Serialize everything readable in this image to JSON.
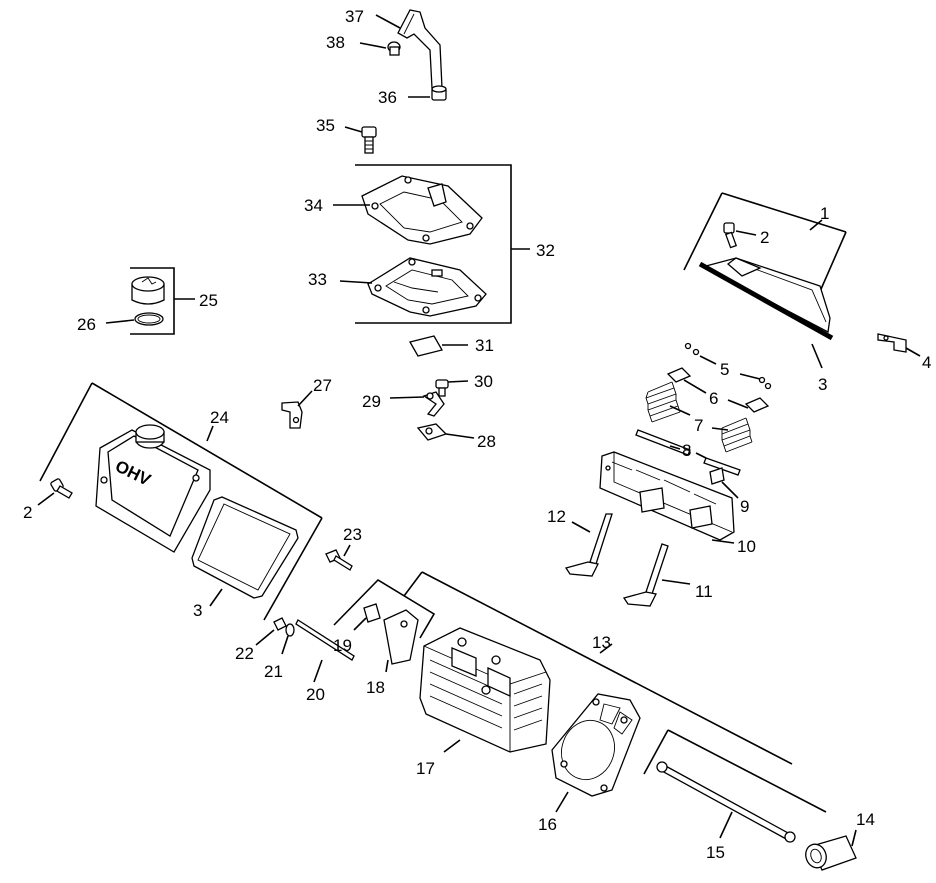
{
  "labels": {
    "p1": "1",
    "p2a": "2",
    "p2b": "2",
    "p3a": "3",
    "p3b": "3",
    "p4": "4",
    "p5": "5",
    "p6": "6",
    "p7": "7",
    "p8": "8",
    "p9": "9",
    "p10": "10",
    "p11": "11",
    "p12": "12",
    "p13": "13",
    "p14": "14",
    "p15": "15",
    "p16": "16",
    "p17": "17",
    "p18": "18",
    "p19": "19",
    "p20": "20",
    "p21": "21",
    "p22": "22",
    "p23": "23",
    "p24": "24",
    "p25": "25",
    "p26": "26",
    "p27": "27",
    "p28": "28",
    "p29": "29",
    "p30": "30",
    "p31": "31",
    "p32": "32",
    "p33": "33",
    "p34": "34",
    "p35": "35",
    "p36": "36",
    "p37": "37",
    "p38": "38"
  },
  "logo_text": "OHV"
}
